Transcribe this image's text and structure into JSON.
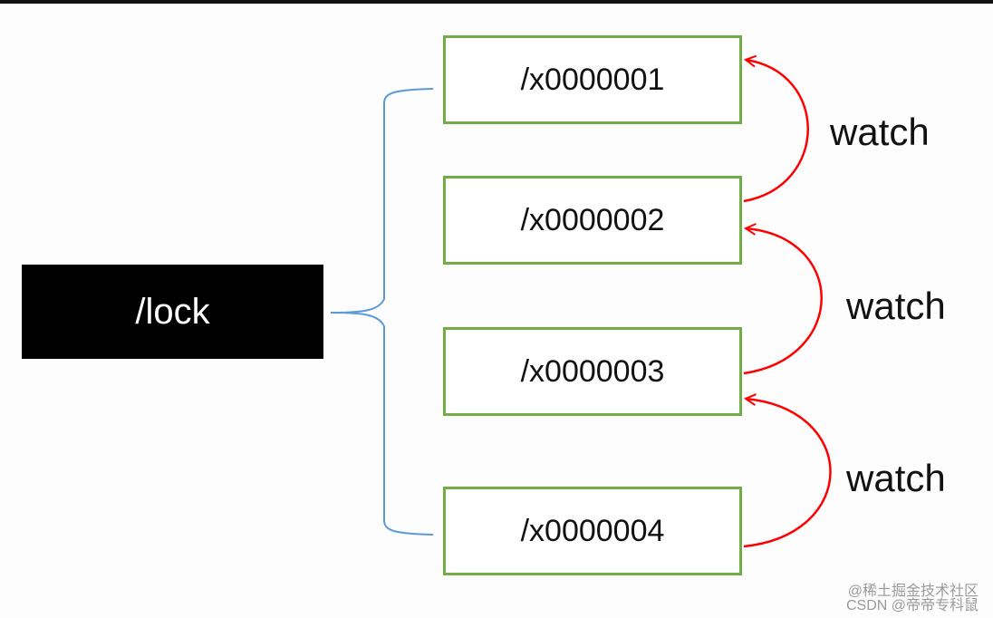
{
  "root": {
    "label": "/lock"
  },
  "children": [
    {
      "label": "/x0000001"
    },
    {
      "label": "/x0000002"
    },
    {
      "label": "/x0000003"
    },
    {
      "label": "/x0000004"
    }
  ],
  "watches": [
    {
      "label": "watch",
      "from": "/x0000002",
      "to": "/x0000001"
    },
    {
      "label": "watch",
      "from": "/x0000003",
      "to": "/x0000002"
    },
    {
      "label": "watch",
      "from": "/x0000004",
      "to": "/x0000003"
    }
  ],
  "watermark": {
    "line1": "@稀土掘金技术社区",
    "line2": "CSDN @帝帝专科鼠"
  },
  "colors": {
    "root_fill": "#000000",
    "node_border": "#70ad47",
    "bracket": "#5b9bd5",
    "watch_arrow": "#ff0000"
  }
}
